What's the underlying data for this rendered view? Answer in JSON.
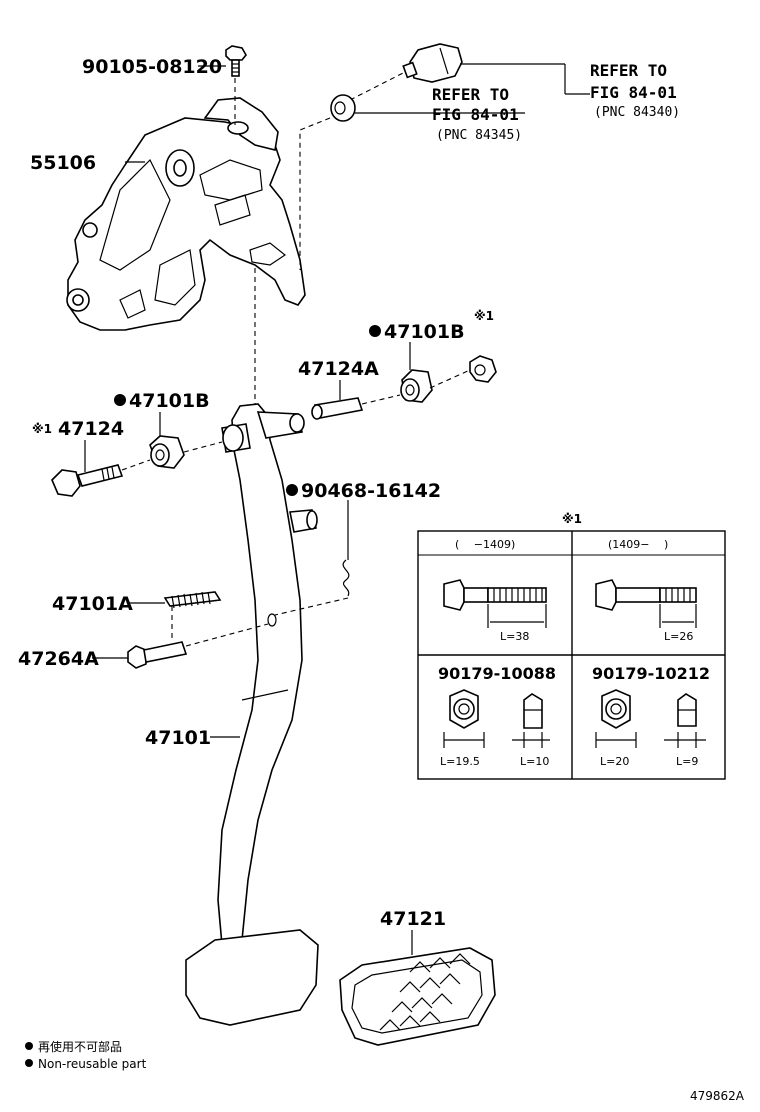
{
  "parts": {
    "bolt_top": "90105-08120",
    "bracket": "55106",
    "refer_switch_text1": "REFER TO",
    "refer_switch_text2": "FIG 84-01",
    "refer_switch_pnc": "(PNC 84340)",
    "refer_cushion_text1": "REFER TO",
    "refer_cushion_text2": "FIG 84-01",
    "refer_cushion_pnc": "(PNC 84345)",
    "bushing_right": "47101B",
    "bushing_left": "47101B",
    "collar": "47124A",
    "bolt_pivot": "47124",
    "note_mark": "※1",
    "clip": "90468-16142",
    "spring": "47101A",
    "pin": "47264A",
    "pedal_arm": "47101",
    "pedal_pad": "47121"
  },
  "table": {
    "title": "※1",
    "col1_header": "(　 −1409)",
    "col2_header": "(1409−　 )",
    "bolt1_length": "L=38",
    "bolt2_length": "L=26",
    "nut1_part": "90179-10088",
    "nut2_part": "90179-10212",
    "nut1_width": "L=19.5",
    "nut1_height": "L=10",
    "nut2_width": "L=20",
    "nut2_height": "L=9"
  },
  "legend": {
    "jp": "再使用不可部品",
    "en": "Non-reusable part"
  },
  "figure_id": "479862A"
}
